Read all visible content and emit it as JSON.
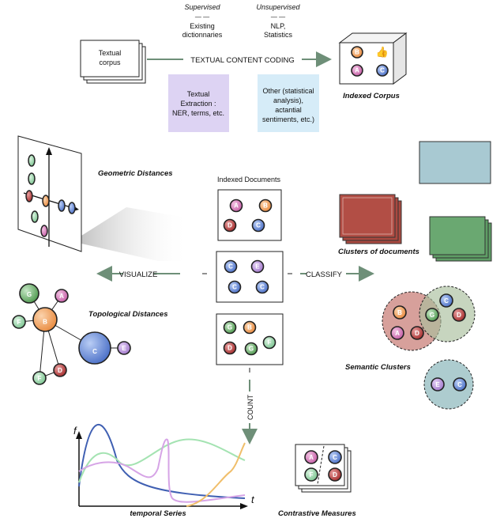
{
  "coding": {
    "supervised_label": "Supervised",
    "supervised_dash": "— —",
    "supervised_desc1": "Existing",
    "supervised_desc2": "dictionnaries",
    "unsupervised_label": "Unsupervised",
    "unsupervised_dash": "— —",
    "unsupervised_desc1": "NLP,",
    "unsupervised_desc2": "Statistics",
    "corpus_line1": "Textual",
    "corpus_line2": "corpus",
    "arrow_label": "TEXTUAL CONTENT CODING",
    "textual_box": [
      "Textual",
      "Extraction :",
      "NER, terms, etc."
    ],
    "other_box": [
      "Other (statistical",
      "analysis),",
      "actantial",
      "sentiments, etc.)"
    ],
    "indexed_corpus": "Indexed Corpus",
    "cube_icons": [
      "B",
      "thumbs-up-icon",
      "A",
      "C"
    ]
  },
  "center": {
    "indexed_documents": "Indexed Documents",
    "visualize": "VISUALIZE",
    "classify": "CLASSIFY",
    "count": "COUNT",
    "doc1": [
      "A",
      "B",
      "D",
      "C"
    ],
    "doc2": [
      "C",
      "E",
      "C",
      "C"
    ],
    "doc3": [
      "G",
      "B",
      "D",
      "G",
      "F"
    ]
  },
  "left": {
    "geometric": "Geometric Distances",
    "topological": "Topological Distances",
    "topo_nodes": [
      "G",
      "A",
      "F",
      "B",
      "C",
      "E",
      "F",
      "D"
    ],
    "temporal": "temporal Series",
    "axis_f": "f",
    "axis_t": "t"
  },
  "right": {
    "clusters_docs": "Clusters of documents",
    "semantic": "Semantic Clusters",
    "cluster_nodes": [
      "B",
      "C",
      "D",
      "A",
      "G",
      "D",
      "E",
      "C"
    ],
    "contrastive": "Contrastive Measures",
    "contrastive_nodes": [
      "A",
      "C",
      "F",
      "D"
    ]
  },
  "colors": {
    "A": "#d67ab8",
    "B": "#f0a360",
    "C": "#6d8fd8",
    "D": "#b53a3a",
    "E": "#b78ad8",
    "F": "#8fcf9f",
    "G": "#6cae6c",
    "arrow": "#6e8f78",
    "purple_box": "#ddd3f3",
    "blue_box": "#d6ecf8"
  }
}
